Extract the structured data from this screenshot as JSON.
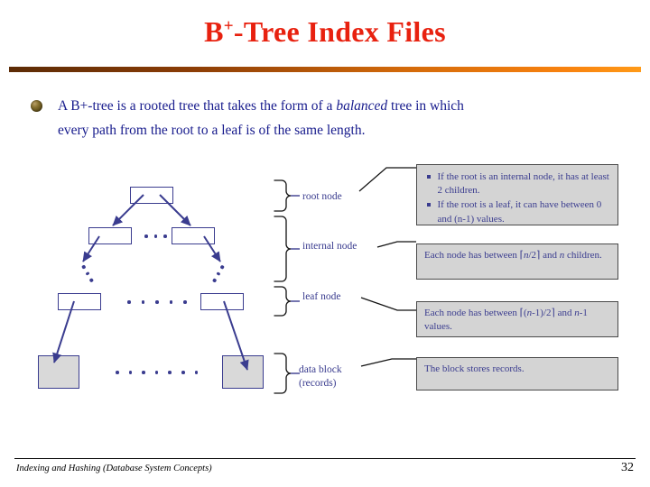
{
  "slide": {
    "title_main_before": "B",
    "title_sup": "+",
    "title_main_after": "-Tree Index Files",
    "accent_title_color": "#e8210f",
    "accent_body_color": "#161a8c",
    "accent_node_color": "#3a3c8f"
  },
  "bullet": {
    "line1_a": "A B+-tree is a rooted tree that takes the form of a ",
    "line1_italic": "balanced",
    "line1_b": " tree in which",
    "line2": "every path from the root to a leaf is of the same length."
  },
  "diagram": {
    "labels": {
      "root": "root node",
      "internal": "internal node",
      "leaf": "leaf node",
      "datablock_l1": "data block",
      "datablock_l2": "(records)"
    }
  },
  "callouts": {
    "root": {
      "bullet1": "If the root is an internal node, it has at least 2 children.",
      "bullet2": "If the root is a leaf, it can have between 0 and (n-1) values."
    },
    "internal": {
      "text_a": "Each node has between ⌈",
      "text_n1": "n",
      "text_b": "/2⌉ and ",
      "text_n2": "n",
      "text_c": " children."
    },
    "leaf": {
      "text_a": "Each node has between ⌈(",
      "text_n1": "n",
      "text_b": "-1)/2⌉ and ",
      "text_n2": "n",
      "text_c": "-1 values."
    },
    "datablock": {
      "text": "The block stores records."
    }
  },
  "footer": {
    "source": "Indexing and Hashing (Database System Concepts)",
    "page": "32"
  }
}
